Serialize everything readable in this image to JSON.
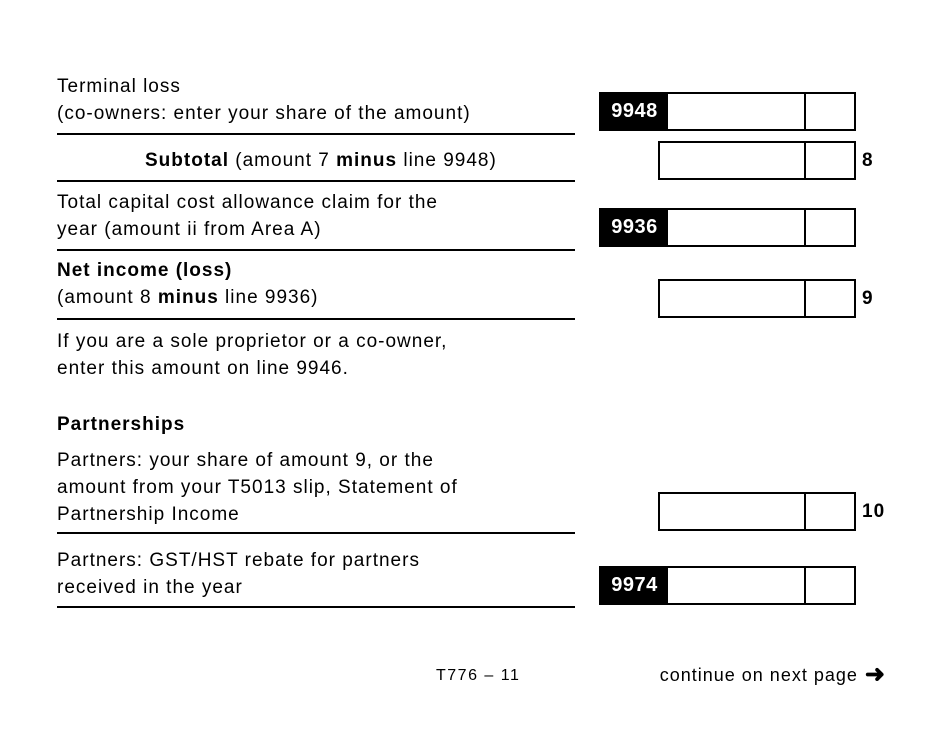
{
  "colors": {
    "ink": "#000000",
    "paper": "#ffffff"
  },
  "rows": {
    "terminal_loss": {
      "line1": "Terminal loss",
      "line2": "(co-owners: enter your share of the amount)",
      "code": "9948"
    },
    "subtotal": {
      "bold1": "Subtotal",
      "normal1": " (amount 7 ",
      "bold2": "minus",
      "normal2": " line 9948)",
      "line_no": "8"
    },
    "cca": {
      "line1": "Total capital cost allowance claim for the",
      "line2": "year (amount ii from Area A)",
      "code": "9936"
    },
    "net_income": {
      "bold1": "Net income (loss)",
      "normal1": "(amount 8 ",
      "bold2": "minus",
      "normal2": " line 9936)",
      "line_no": "9"
    },
    "sole_proprietor_note": {
      "line1": "If you are a sole proprietor or a co-owner,",
      "line2": "enter this amount on line 9946."
    },
    "partnerships_heading": "Partnerships",
    "partners_share": {
      "line1": "Partners: your share of amount 9, or the",
      "line2": "amount from your T5013 slip, Statement of",
      "line3": "Partnership Income",
      "line_no": "10"
    },
    "gst_rebate": {
      "line1": "Partners: GST/HST rebate for partners",
      "line2": "received in the year",
      "code": "9974"
    }
  },
  "footer": {
    "form_code": "T776 – 11",
    "continue_text": "continue on next page",
    "arrow_icon": "➜"
  }
}
